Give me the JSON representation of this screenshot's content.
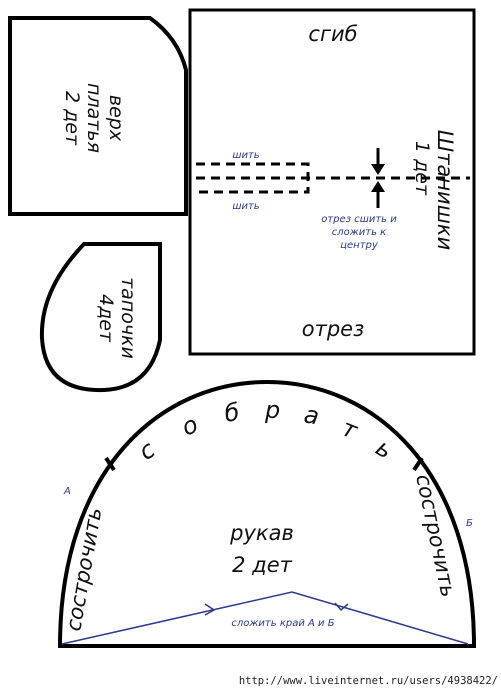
{
  "dress_top": {
    "line1": "верх",
    "line2": "платья",
    "line3": "2 дет"
  },
  "slippers": {
    "line1": "тапочки",
    "line2": "4дет"
  },
  "pants": {
    "fold_label": "сгиб",
    "cut_label": "отрез",
    "title": "Штанишки",
    "count": "1 дет",
    "sew_top": "шить",
    "sew_bottom": "шить",
    "note_line1": "отрез сшить и",
    "note_line2": "сложить к",
    "note_line3": "центру"
  },
  "sleeve": {
    "gather_letters": [
      "с",
      "о",
      "б",
      "р",
      "а",
      "т",
      "ь"
    ],
    "stitch_left": "сострочить",
    "stitch_right": "сострочить",
    "label_a": "А",
    "label_b": "Б",
    "title": "рукав",
    "count": "2 дет",
    "fold_note": "сложить край А и Б"
  },
  "watermark": "http://www.liveinternet.ru/users/4938422/",
  "colors": {
    "outline": "#000000",
    "annotation": "#2b3a8c"
  }
}
